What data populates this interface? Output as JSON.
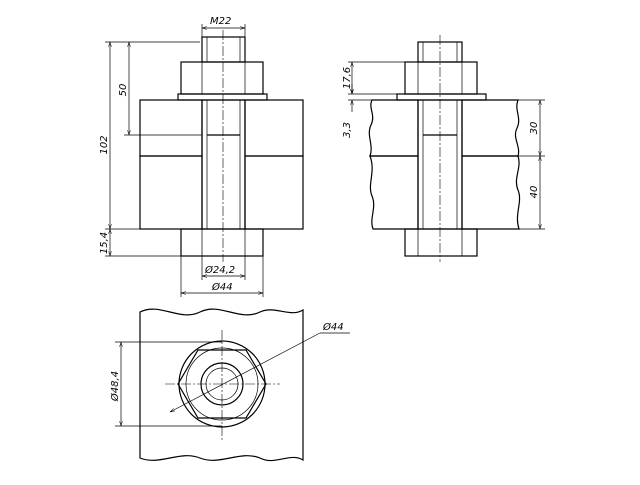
{
  "drawing": {
    "type": "bolted-joint-technical-drawing",
    "dimensions": {
      "thread": "M22",
      "bolt_length": "102",
      "plate_top_height": "50",
      "nut_height": "15,4",
      "hole_diameter": "Ø24,2",
      "head_width": "Ø44",
      "right_nut_height": "17,6",
      "washer_thickness": "3,3",
      "right_plate_top": "30",
      "right_plate_bottom": "40",
      "circle_diameter": "Ø44",
      "across_corners": "Ø48,4"
    }
  }
}
